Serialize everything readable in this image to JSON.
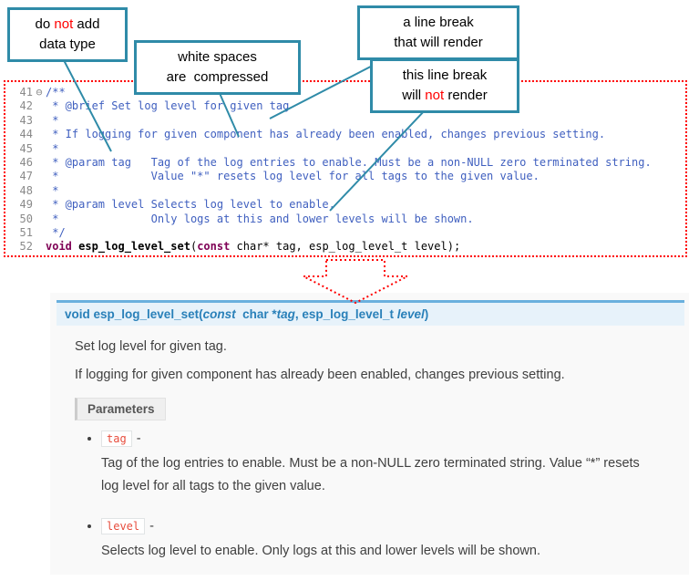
{
  "callouts": {
    "no_datatype": {
      "l1a": "do ",
      "l1b": "not",
      "l1c": " add",
      "l2": "data type"
    },
    "whitespace": {
      "l1": "white spaces",
      "l2": "are  compressed"
    },
    "line_break_render": {
      "l1": "a line break",
      "l2": "that will render"
    },
    "line_break_no_render": {
      "l1": "this line break",
      "l2a": "will ",
      "l2b": "not",
      "l2c": " render"
    }
  },
  "code": {
    "lines": [
      {
        "num": "41",
        "fold": "⊖",
        "text": "/**"
      },
      {
        "num": "42",
        "text": " * @brief Set log level for given tag"
      },
      {
        "num": "43",
        "text": " *"
      },
      {
        "num": "44",
        "text": " * If logging for given component has already been enabled, changes previous setting."
      },
      {
        "num": "45",
        "text": " *"
      },
      {
        "num": "46",
        "text": " * @param tag   Tag of the log entries to enable. Must be a non-NULL zero terminated string."
      },
      {
        "num": "47",
        "text": " *              Value \"*\" resets log level for all tags to the given value."
      },
      {
        "num": "48",
        "text": " *"
      },
      {
        "num": "49",
        "text": " * @param level Selects log level to enable."
      },
      {
        "num": "50",
        "text": " *              Only logs at this and lower levels will be shown."
      },
      {
        "num": "51",
        "text": " */"
      },
      {
        "num": "52",
        "kw1": "void",
        "fn": " esp_log_level_set",
        "p1": "(",
        "kw2": "const",
        "rest": " char* tag, esp_log_level_t level);"
      }
    ]
  },
  "doc": {
    "signature": {
      "kw": "void ",
      "name": "esp_log_level_set",
      "open": "(",
      "const_kw": "const",
      "type1": "  char *",
      "param1": "tag",
      "sep": ", esp_log_level_t ",
      "param2": "level",
      "close": ")"
    },
    "brief": "Set log level for given tag.",
    "details": "If logging for given component has already been enabled, changes previous setting.",
    "parameters_label": "Parameters",
    "params": [
      {
        "name": "tag",
        "dash": "-",
        "desc": "Tag of the log entries to enable. Must be a non-NULL zero terminated string. Value “*” resets log level for all tags to the given value."
      },
      {
        "name": "level",
        "dash": "-",
        "desc": "Selects log level to enable. Only logs at this and lower levels will be shown."
      }
    ]
  },
  "colors": {
    "accent_teal": "#2f8ba8",
    "annotation_red": "#ff0000",
    "signature_blue": "#2980b9",
    "param_code_red": "#e74c3c"
  }
}
